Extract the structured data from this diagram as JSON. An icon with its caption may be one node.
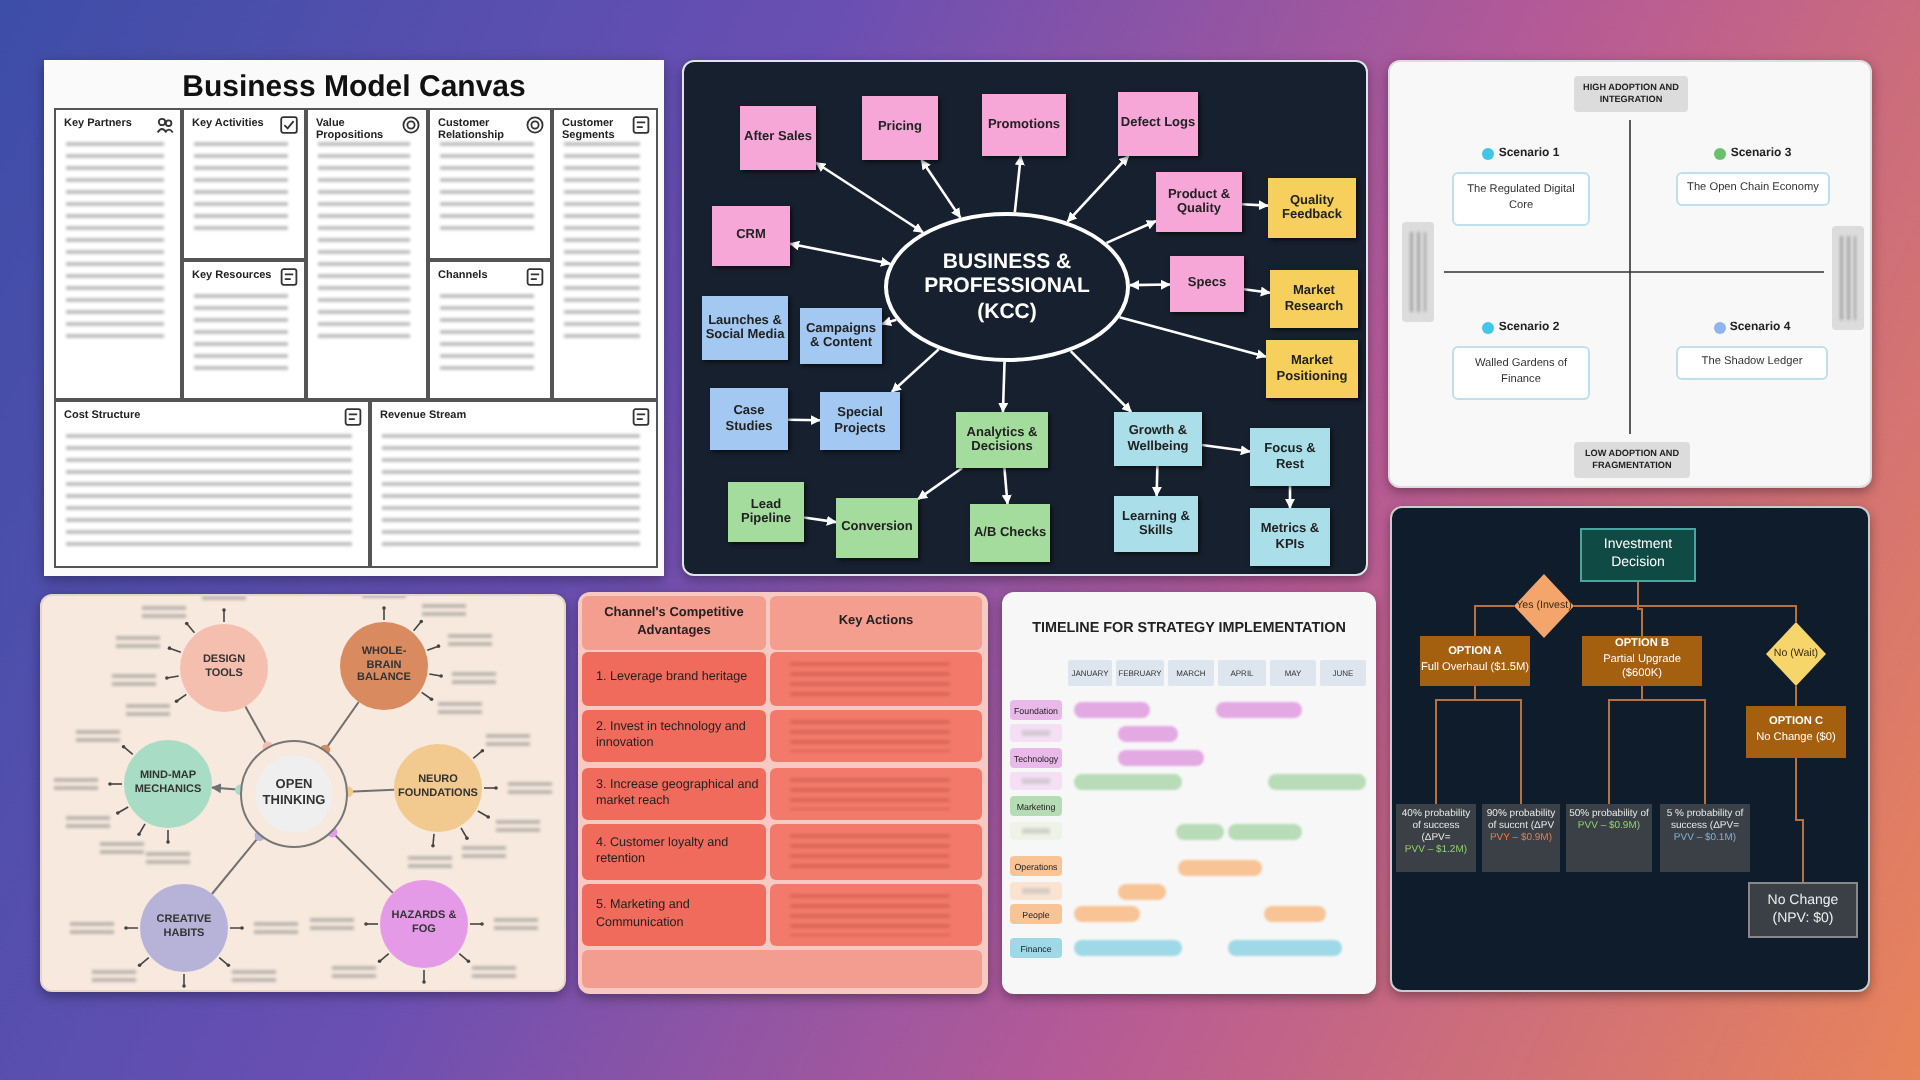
{
  "diagram": {
    "nodes": [
      {
        "text": [
          "Business Model Canvas"
        ]
      },
      {
        "text": [
          "Key Partners"
        ],
        "in": 0
      },
      {
        "text": [
          "Key Activities"
        ],
        "in": 0
      },
      {
        "text": [
          "Value Propositions"
        ],
        "in": 0
      },
      {
        "text": [
          "Customer Relationship"
        ],
        "in": 0
      },
      {
        "text": [
          "Customer Segments"
        ],
        "in": 0
      },
      {
        "text": [
          "Key Resources"
        ],
        "in": 0
      },
      {
        "text": [
          "Channels"
        ],
        "in": 0
      },
      {
        "text": [
          "Cost Structure"
        ],
        "in": 0
      },
      {
        "text": [
          "Revenue Stream"
        ],
        "in": 0
      },
      {
        "text": [],
        "shape": "box"
      },
      {
        "text": [
          "BUSINESS & PROFESSIONAL (KCC)"
        ],
        "in": 10
      },
      {
        "text": [
          "After Sales"
        ],
        "in": 10
      },
      {
        "text": [
          "Pricing"
        ],
        "in": 10
      },
      {
        "text": [
          "Promotions"
        ],
        "in": 10
      },
      {
        "text": [
          "Defect Logs"
        ],
        "in": 10
      },
      {
        "text": [
          "CRM"
        ],
        "in": 10
      },
      {
        "text": [
          "Product & Quality"
        ],
        "in": 10
      },
      {
        "text": [
          "Quality Feedback"
        ],
        "in": 10
      },
      {
        "text": [
          "Specs"
        ],
        "in": 10
      },
      {
        "text": [
          "Market Research"
        ],
        "in": 10
      },
      {
        "text": [
          "Launches & Social Media"
        ],
        "in": 10
      },
      {
        "text": [
          "Campaigns & Content"
        ],
        "in": 10
      },
      {
        "text": [
          "Market Positioning"
        ],
        "in": 10
      },
      {
        "text": [
          "Case Studies"
        ],
        "in": 10
      },
      {
        "text": [
          "Special Projects"
        ],
        "in": 10
      },
      {
        "text": [
          "Analytics & Decisions"
        ],
        "in": 10
      },
      {
        "text": [
          "Growth & Wellbeing"
        ],
        "in": 10
      },
      {
        "text": [
          "Focus & Rest"
        ],
        "in": 10
      },
      {
        "text": [
          "Lead Pipeline"
        ],
        "in": 10
      },
      {
        "text": [
          "Conversion"
        ],
        "in": 10
      },
      {
        "text": [
          "A/B Checks"
        ],
        "in": 10
      },
      {
        "text": [
          "Learning & Skills"
        ],
        "in": 10
      },
      {
        "text": [
          "Metrics & KPIs"
        ],
        "in": 10
      },
      {
        "text": [],
        "shape": "box"
      },
      {
        "text": [
          "HIGH ADOPTION AND INTEGRATION"
        ],
        "in": 34
      },
      {
        "text": [
          "Scenario 1",
          "The Regulated Digital Core"
        ],
        "in": 34
      },
      {
        "text": [
          "Scenario 3",
          "The Open Chain Economy"
        ],
        "in": 34
      },
      {
        "text": [
          "Scenario 2",
          "Walled Gardens of Finance"
        ],
        "in": 34
      },
      {
        "text": [
          "Scenario 4",
          "The Shadow Ledger"
        ],
        "in": 34
      },
      {
        "text": [
          "LOW ADOPTION AND FRAGMENTATION"
        ],
        "in": 34
      },
      {
        "text": [],
        "shape": "box"
      },
      {
        "text": [
          "OPEN THINKING"
        ],
        "in": 41
      },
      {
        "text": [
          "DESIGN TOOLS"
        ],
        "in": 41
      },
      {
        "text": [
          "WHOLE-BRAIN BALANCE"
        ],
        "in": 41
      },
      {
        "text": [
          "MIND-MAP MECHANICS"
        ],
        "in": 41
      },
      {
        "text": [
          "NEURO FOUNDATIONS"
        ],
        "in": 41
      },
      {
        "text": [
          "CREATIVE HABITS"
        ],
        "in": 41
      },
      {
        "text": [
          "HAZARDS & FOG"
        ],
        "in": 41
      },
      {
        "text": [],
        "shape": "box"
      },
      {
        "text": [
          "Investment Decision"
        ],
        "in": 49
      },
      {
        "text": [
          "Yes (Invest)"
        ],
        "in": 49
      },
      {
        "text": [
          "OPTION A",
          "Full Overhaul ($1.5M)"
        ],
        "in": 49
      },
      {
        "text": [
          "OPTION B",
          "Partial Upgrade ($600K)"
        ],
        "in": 49
      },
      {
        "text": [
          "No (Wait)"
        ],
        "in": 49
      },
      {
        "text": [
          "OPTION C",
          "No Change ($0)"
        ],
        "in": 49
      },
      {
        "text": [
          "40% probability of success (ΔPV=",
          "PVV – $1.2M)"
        ],
        "in": 49
      },
      {
        "text": [
          "90% probability of succnt (ΔPV",
          "PVY – $0.9M)"
        ],
        "in": 49
      },
      {
        "text": [
          "50% probability of",
          "PVV – $0.9M)"
        ],
        "in": 49
      },
      {
        "text": [
          "5 % probability of success (ΔPV=",
          "PVV – $0.1M)"
        ],
        "in": 49
      },
      {
        "text": [
          "No Change (NPV: $0)"
        ],
        "in": 49
      }
    ],
    "edges": [
      {
        "from": 11,
        "to": 12,
        "arrow": "both"
      },
      {
        "from": 11,
        "to": 13,
        "arrow": "both"
      },
      {
        "from": 11,
        "to": 14,
        "arrow": "to"
      },
      {
        "from": 11,
        "to": 15,
        "arrow": "both"
      },
      {
        "from": 11,
        "to": 16,
        "arrow": "both"
      },
      {
        "from": 11,
        "to": 17,
        "arrow": "to"
      },
      {
        "from": 17,
        "to": 18,
        "arrow": "to"
      },
      {
        "from": 11,
        "to": 19,
        "arrow": "both"
      },
      {
        "from": 19,
        "to": 20,
        "arrow": "to"
      },
      {
        "from": 11,
        "to": 22,
        "arrow": "to"
      },
      {
        "from": 11,
        "to": 23,
        "arrow": "to"
      },
      {
        "from": 11,
        "to": 25,
        "arrow": "to"
      },
      {
        "from": 24,
        "to": 25,
        "arrow": "to"
      },
      {
        "from": 11,
        "to": 26,
        "arrow": "to"
      },
      {
        "from": 11,
        "to": 27,
        "arrow": "to"
      },
      {
        "from": 26,
        "to": 30,
        "arrow": "to"
      },
      {
        "from": 26,
        "to": 31,
        "arrow": "to"
      },
      {
        "from": 29,
        "to": 30,
        "arrow": "to"
      },
      {
        "from": 27,
        "to": 32,
        "arrow": "to"
      },
      {
        "from": 27,
        "to": 28,
        "arrow": "to"
      },
      {
        "from": 28,
        "to": 33,
        "arrow": "to"
      },
      {
        "from": 42,
        "to": 43,
        "arrow": "none",
        "color": "#707070"
      },
      {
        "from": 42,
        "to": 44,
        "arrow": "none",
        "color": "#707070"
      },
      {
        "from": 42,
        "to": 45,
        "arrow": "to",
        "color": "#707070"
      },
      {
        "from": 42,
        "to": 46,
        "arrow": "none",
        "color": "#707070"
      },
      {
        "from": 42,
        "to": 47,
        "arrow": "none",
        "color": "#707070"
      },
      {
        "from": 42,
        "to": 48,
        "arrow": "none",
        "color": "#707070"
      },
      {
        "from": 50,
        "to": 51,
        "arrow": "none",
        "color": "#b5713f"
      },
      {
        "from": 51,
        "to": 52,
        "arrow": "none",
        "color": "#b5713f"
      },
      {
        "from": 50,
        "to": 53,
        "arrow": "none",
        "color": "#b5713f"
      },
      {
        "from": 50,
        "to": 54,
        "arrow": "none",
        "color": "#b5713f"
      },
      {
        "from": 54,
        "to": 55,
        "arrow": "none",
        "color": "#b5713f"
      },
      {
        "from": 52,
        "to": 56,
        "arrow": "none",
        "color": "#b5713f"
      },
      {
        "from": 52,
        "to": 57,
        "arrow": "none",
        "color": "#b5713f"
      },
      {
        "from": 53,
        "to": 58,
        "arrow": "none",
        "color": "#b5713f"
      },
      {
        "from": 53,
        "to": 59,
        "arrow": "none",
        "color": "#b5713f"
      },
      {
        "from": 55,
        "to": 60,
        "arrow": "none",
        "color": "#b5713f"
      }
    ],
    "labels": [
      "Channel's Competitive Advantages",
      "Key Actions",
      "1. Leverage brand heritage",
      "2. Invest in technology and innovation",
      "3. Increase geographical and market reach",
      "4. Customer loyalty and retention",
      "5. Marketing and Communication",
      "TIMELINE FOR STRATEGY IMPLEMENTATION",
      "JANUARY",
      "FEBRUARY",
      "MARCH",
      "APRIL",
      "MAY",
      "JUNE",
      "Foundation",
      "Technology",
      "Marketing",
      "Operations",
      "People",
      "Finance"
    ]
  }
}
